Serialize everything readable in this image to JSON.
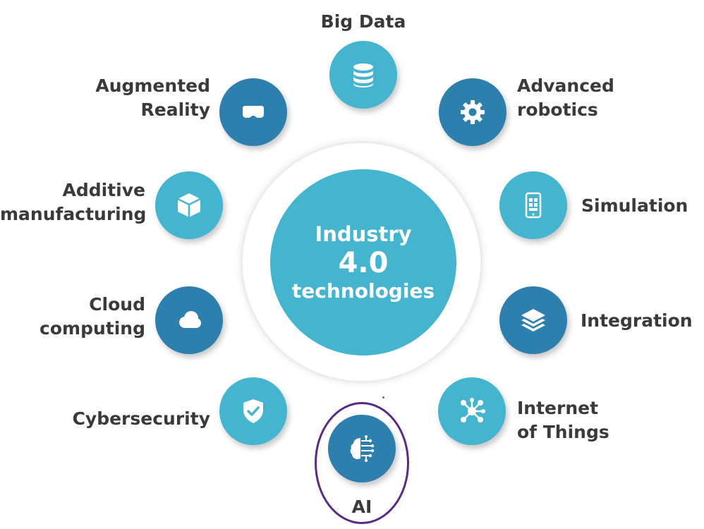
{
  "hub": {
    "line1": "Industry",
    "line2": "4.0",
    "line3": "technologies"
  },
  "nodes": [
    {
      "id": "big-data",
      "lines": [
        "Big Data"
      ],
      "icon": "database-icon"
    },
    {
      "id": "advanced-robotics",
      "lines": [
        "Advanced",
        "robotics"
      ],
      "icon": "gear-icon"
    },
    {
      "id": "simulation",
      "lines": [
        "Simulation"
      ],
      "icon": "tablet-icon"
    },
    {
      "id": "integration",
      "lines": [
        "Integration"
      ],
      "icon": "layers-icon"
    },
    {
      "id": "internet-of-things",
      "lines": [
        "Internet",
        "of Things"
      ],
      "icon": "network-icon"
    },
    {
      "id": "ai",
      "lines": [
        "AI"
      ],
      "icon": "brain-circuit-icon"
    },
    {
      "id": "cybersecurity",
      "lines": [
        "Cybersecurity"
      ],
      "icon": "shield-check-icon"
    },
    {
      "id": "cloud-computing",
      "lines": [
        "Cloud",
        "computing"
      ],
      "icon": "cloud-icon"
    },
    {
      "id": "additive-manufacturing",
      "lines": [
        "Additive",
        "manufacturing"
      ],
      "icon": "cube-icon"
    },
    {
      "id": "augmented-reality",
      "lines": [
        "Augmented",
        "Reality"
      ],
      "icon": "vr-headset-icon"
    }
  ],
  "colors": {
    "light": "#45b4ce",
    "dark": "#2d7fae",
    "highlight": "#5b2a83",
    "text": "#3a3a3a"
  }
}
